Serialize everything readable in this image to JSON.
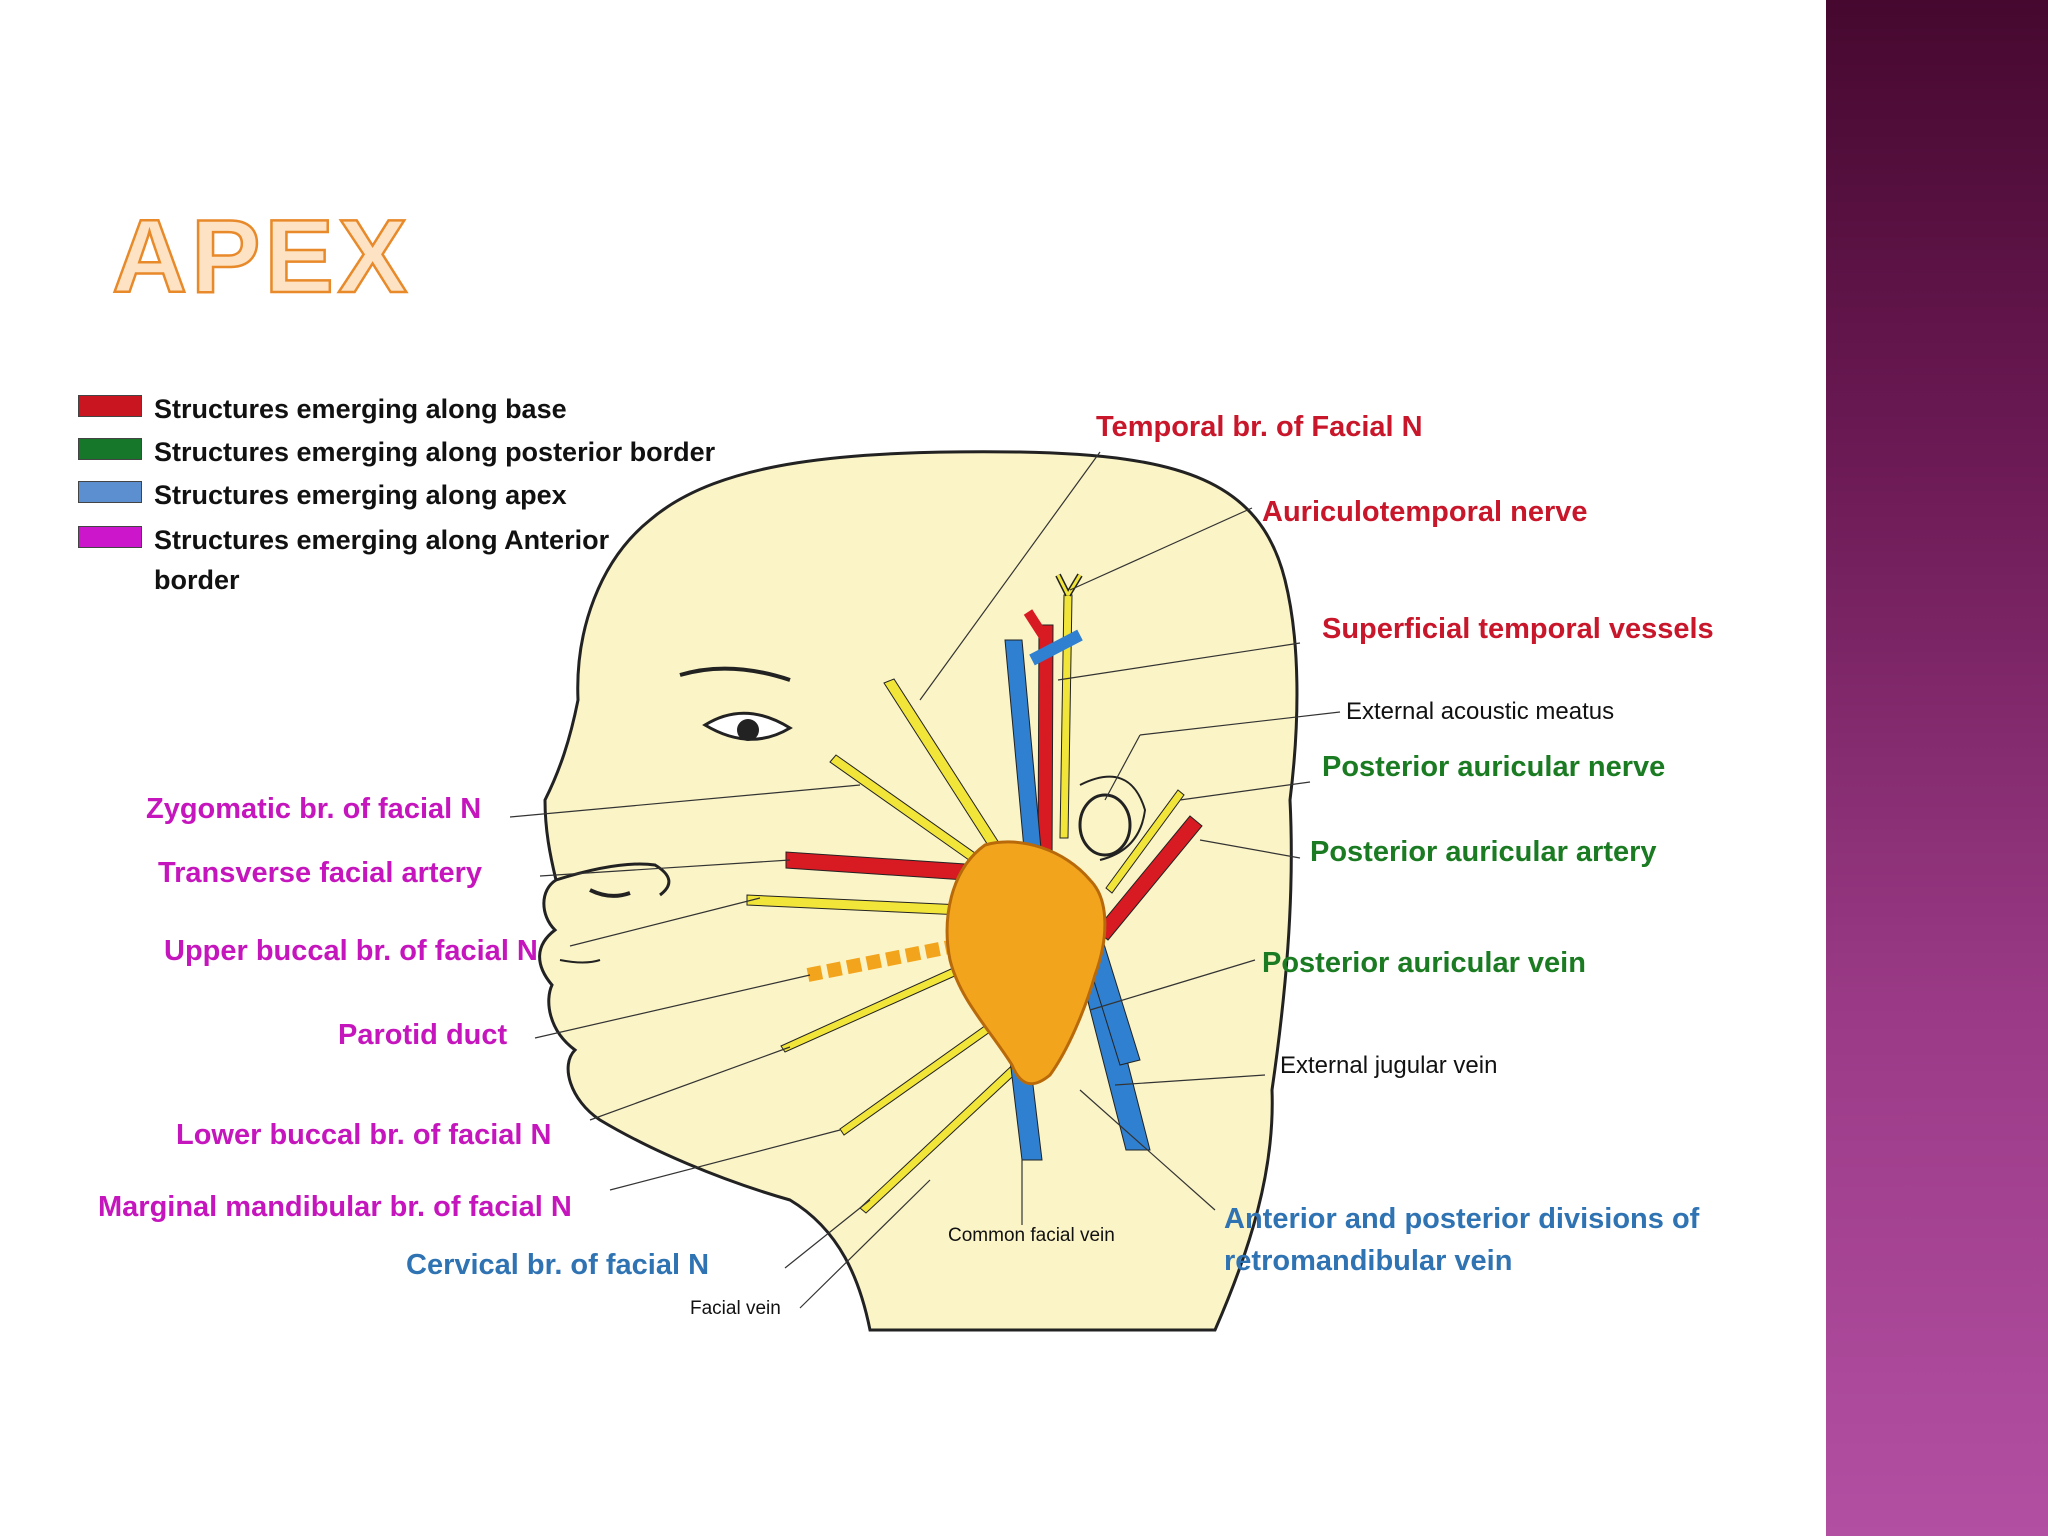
{
  "slide": {
    "title": "APEX",
    "colors": {
      "sidebar_top": "#46082f",
      "sidebar_bottom": "#b34fa2",
      "title_fill": "#fde3c4",
      "title_outline": "#e8892a",
      "skin": "#fbf4c6",
      "gland": "#f3a41d",
      "nerve": "#f2e53a",
      "artery": "#d81b22",
      "vein": "#2f80d0"
    }
  },
  "legend": [
    {
      "color": "#c8151f",
      "label": "Structures emerging along base"
    },
    {
      "color": "#16772a",
      "label": "Structures emerging along posterior border"
    },
    {
      "color": "#5b8fd0",
      "label": "Structures emerging along apex"
    },
    {
      "color": "#cc16cc",
      "label": "Structures emerging along Anterior border"
    }
  ],
  "labels": {
    "temporal_branch": "Temporal br. of Facial N",
    "auriculotemporal": "Auriculotemporal nerve",
    "superficial_temporal": "Superficial temporal vessels",
    "external_acoustic": "External acoustic meatus",
    "posterior_auricular_nerve": "Posterior auricular nerve",
    "posterior_auricular_artery": "Posterior auricular artery",
    "posterior_auricular_vein": "Posterior auricular vein",
    "external_jugular": "External jugular vein",
    "retromandibular_line1": "Anterior and posterior divisions of",
    "retromandibular_line2": "retromandibular vein",
    "common_facial_vein": "Common facial vein",
    "facial_vein": "Facial vein",
    "zygomatic": "Zygomatic br. of facial N",
    "transverse_facial": "Transverse facial artery",
    "upper_buccal": "Upper buccal br. of facial N",
    "parotid_duct": "Parotid duct",
    "lower_buccal": "Lower buccal br. of facial N",
    "marginal_mandibular": "Marginal mandibular br. of facial N",
    "cervical": "Cervical br. of facial N"
  }
}
